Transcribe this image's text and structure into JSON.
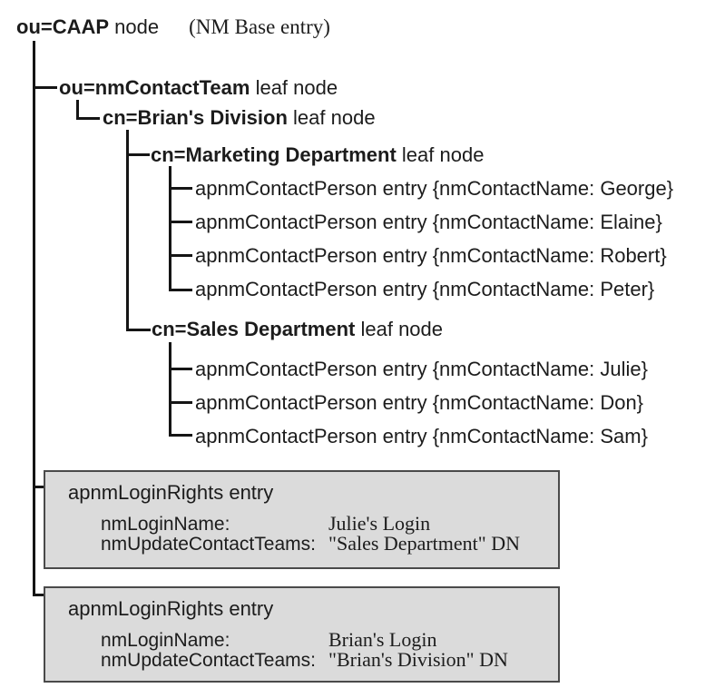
{
  "colors": {
    "background": "#ffffff",
    "text": "#1c1c1c",
    "line": "#151515",
    "box_fill": "#dbdbdb",
    "box_border": "#4a4a4a"
  },
  "root": {
    "bold": "ou=CAAP",
    "rest": " node",
    "note": "(NM Base entry)"
  },
  "nodes": {
    "contact_team": {
      "bold": "ou=nmContactTeam",
      "rest": " leaf node"
    },
    "brians_division": {
      "bold": "cn=Brian's Division",
      "rest": " leaf node"
    },
    "marketing_department": {
      "bold": "cn=Marketing Department",
      "rest": " leaf node"
    },
    "sales_department": {
      "bold": "cn=Sales Department",
      "rest": " leaf node"
    }
  },
  "people": {
    "marketing": [
      "apnmContactPerson entry {nmContactName: George}",
      "apnmContactPerson entry {nmContactName: Elaine}",
      "apnmContactPerson entry {nmContactName: Robert}",
      "apnmContactPerson entry {nmContactName: Peter}"
    ],
    "sales": [
      "apnmContactPerson entry {nmContactName: Julie}",
      "apnmContactPerson entry {nmContactName: Don}",
      "apnmContactPerson entry {nmContactName: Sam}"
    ]
  },
  "boxes": [
    {
      "title": "apnmLoginRights entry",
      "fields": [
        {
          "name": "nmLoginName:",
          "value": "Julie's Login"
        },
        {
          "name": "nmUpdateContactTeams:",
          "value": "\"Sales Department\" DN"
        }
      ]
    },
    {
      "title": "apnmLoginRights entry",
      "fields": [
        {
          "name": "nmLoginName:",
          "value": "Brian's Login"
        },
        {
          "name": "nmUpdateContactTeams:",
          "value": "\"Brian's Division\" DN"
        }
      ]
    }
  ]
}
